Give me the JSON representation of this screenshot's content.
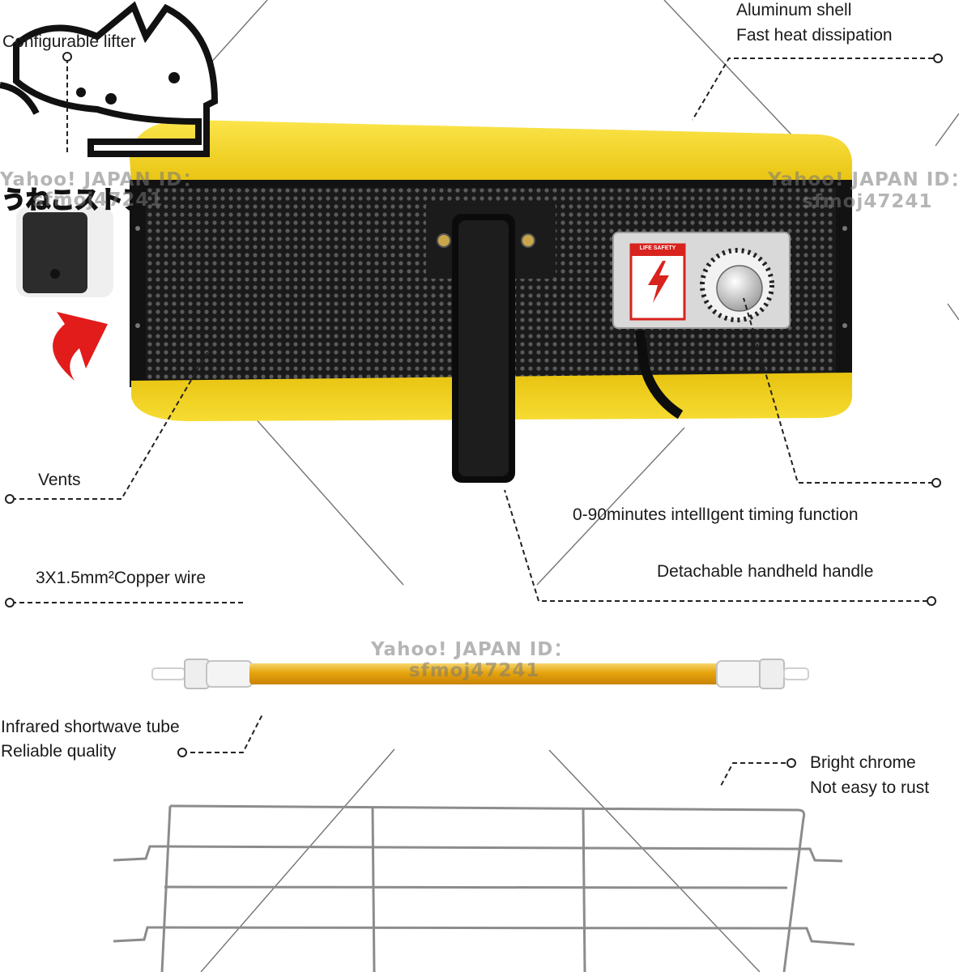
{
  "labels": {
    "lifter": "Configurable lifter",
    "shell_line1": "Aluminum shell",
    "shell_line2": "Fast heat dissipation",
    "vents": "Vents",
    "timing": "0-90minutes intellIgent timing function",
    "copper": "3X1.5mm²Copper wire",
    "handle": "Detachable handheld handle",
    "tube_line1": "Infrared shortwave tube",
    "tube_line2": "Reliable quality",
    "chrome_line1": "Bright chrome",
    "chrome_line2": "Not easy to rust"
  },
  "watermarks": {
    "yahoo": "Yahoo! JAPAN ID：",
    "id": "sfmoj47241"
  },
  "logo": {
    "text": "うねこストア"
  },
  "panel": {
    "sticker": "LIFE SAFETY"
  },
  "colors": {
    "shell_yellow": "#f2d21c",
    "mesh_black": "#151515",
    "tube_gold": "#e8a90e",
    "arrow_red": "#e21b1b",
    "sticker_red": "#d8231e"
  }
}
